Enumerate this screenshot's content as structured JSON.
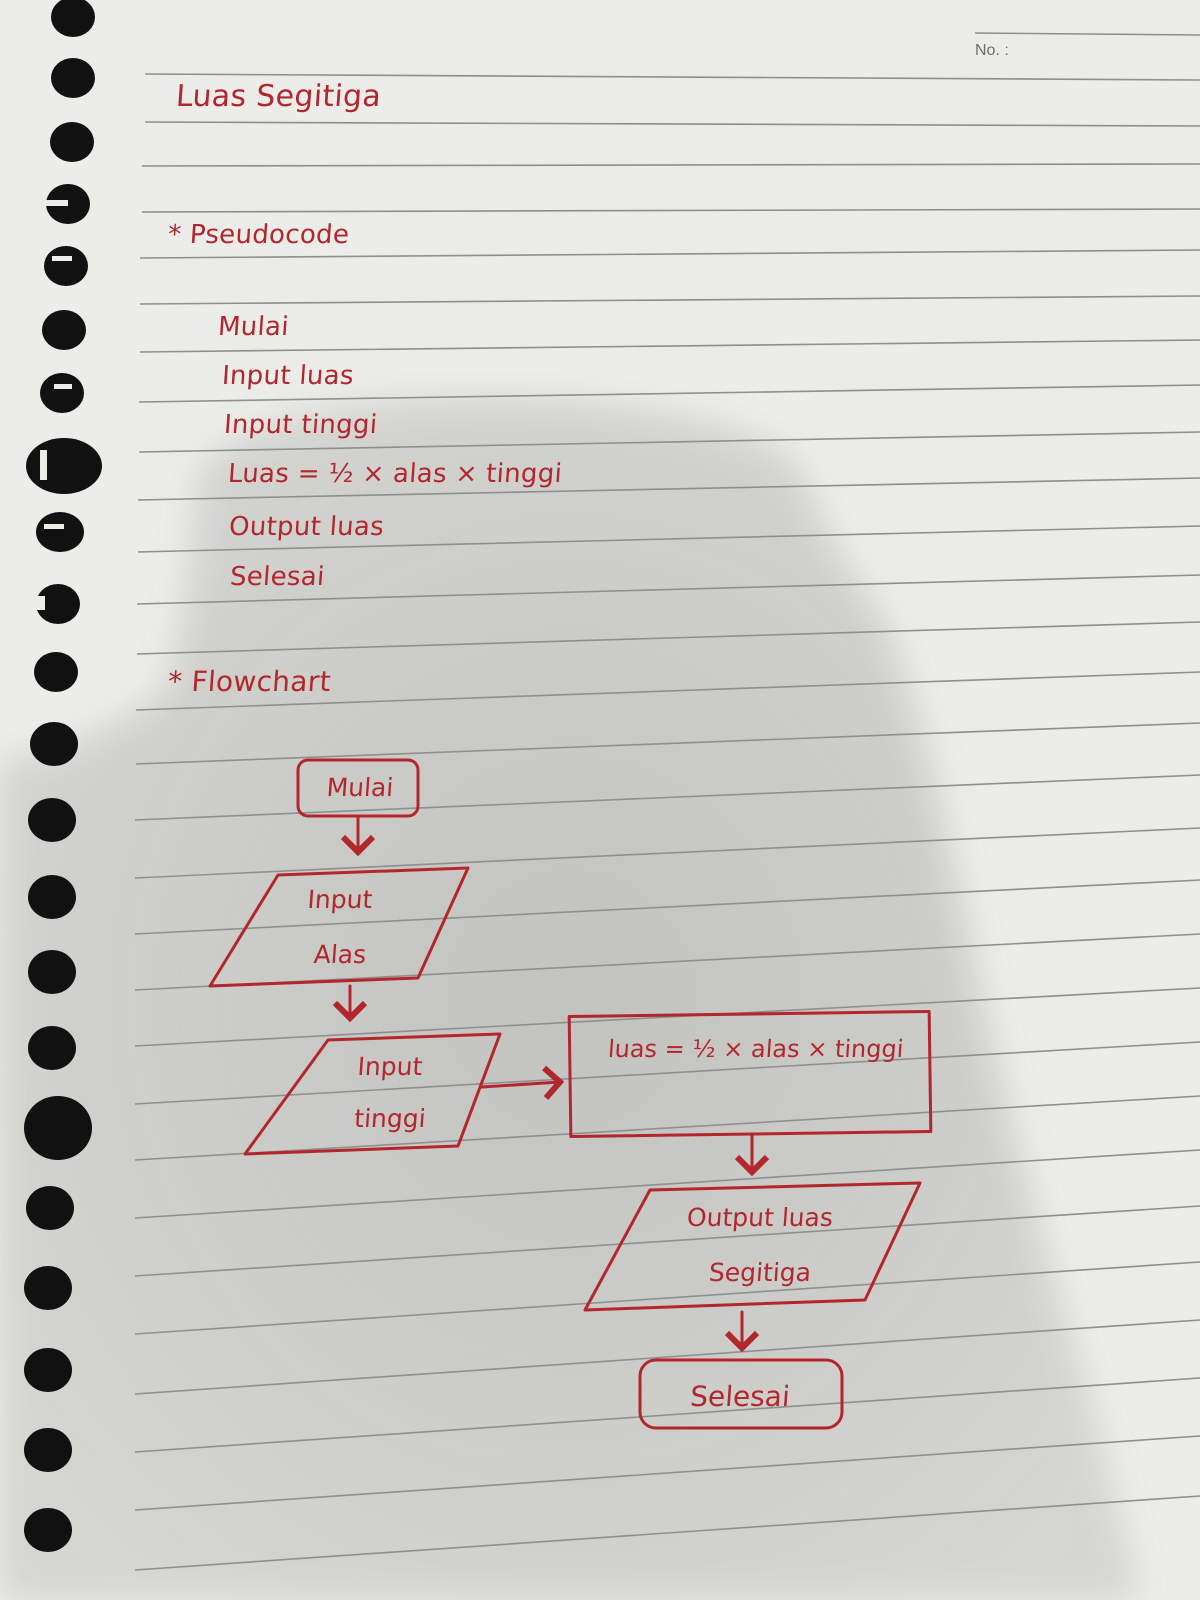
{
  "header": {
    "number_label": "No. :"
  },
  "title": "Luas Segitiga",
  "pseudocode": {
    "heading": "* Pseudocode",
    "lines": [
      "Mulai",
      "Input luas",
      "Input tinggi",
      "Luas = ½ × alas × tinggi",
      "Output luas",
      "Selesai"
    ]
  },
  "flowchart": {
    "heading": "* Flowchart",
    "start": "Mulai",
    "input1": [
      "Input",
      "Alas"
    ],
    "input2": [
      "Input",
      "tinggi"
    ],
    "process": "luas = ½ × alas × tinggi",
    "output": [
      "Output luas",
      "Segitiga"
    ],
    "end": "Selesai"
  },
  "colors": {
    "ink": "#b3262d",
    "paper": "#ecece9",
    "rule_line": "#8f8f8f",
    "hole": "#111111"
  },
  "icons": {
    "binding_hole": "punched-hole-icon"
  }
}
